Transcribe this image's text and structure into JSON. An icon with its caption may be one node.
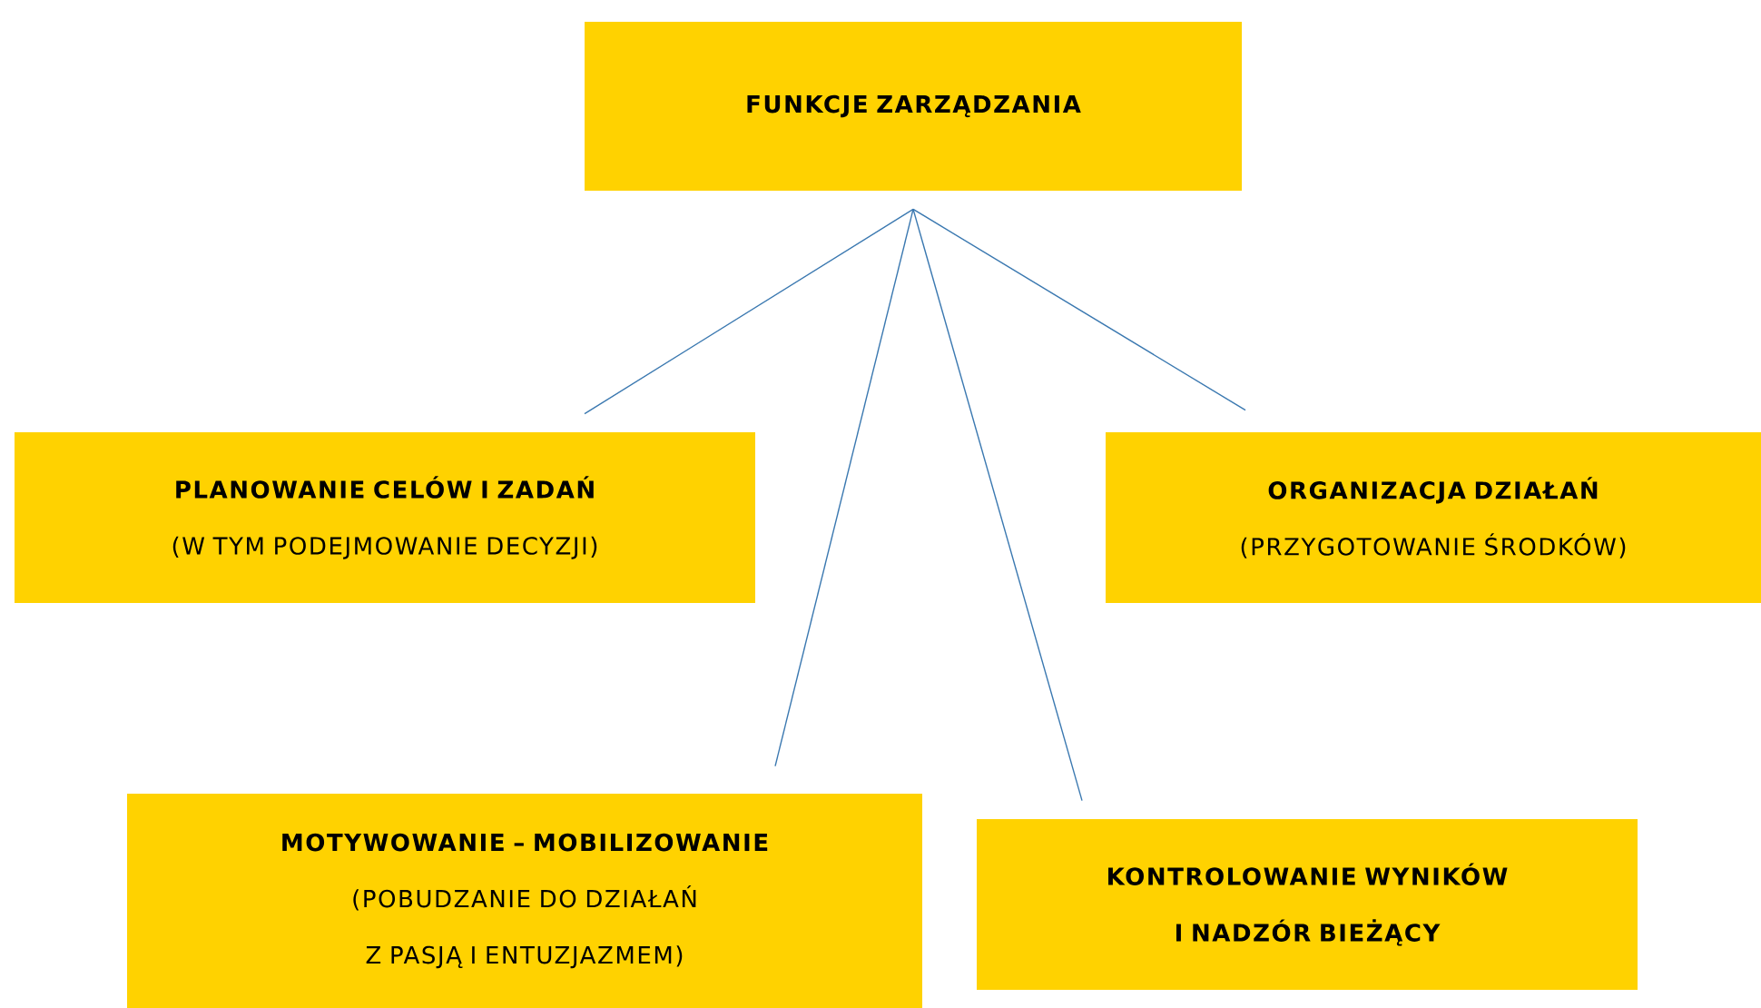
{
  "diagram": {
    "nodes": [
      {
        "text": [
          "FUNKCJE ZARZĄDZANIA"
        ]
      },
      {
        "text": [
          "PLANOWANIE CELÓW I ZADAŃ",
          "(W TYM PODEJMOWANIE DECYZJI)"
        ]
      },
      {
        "text": [
          "ORGANIZACJA DZIAŁAŃ",
          "(PRZYGOTOWANIE ŚRODKÓW)"
        ]
      },
      {
        "text": [
          "MOTYWOWANIE – MOBILIZOWANIE",
          "(POBUDZANIE DO DZIAŁAŃ Z PASJĄ I ENTUZJAZMEM)"
        ]
      },
      {
        "text": [
          "KONTROLOWANIE WYNIKÓW I NADZÓR BIEŻĄCY"
        ]
      }
    ],
    "edges": [
      {
        "from": 0,
        "to": 1,
        "arrow": "none"
      },
      {
        "from": 0,
        "to": 2,
        "arrow": "none"
      },
      {
        "from": 0,
        "to": 3,
        "arrow": "none"
      },
      {
        "from": 0,
        "to": 4,
        "arrow": "none"
      }
    ]
  }
}
